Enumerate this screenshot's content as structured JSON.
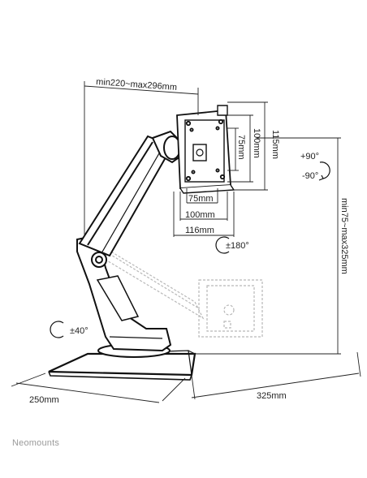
{
  "brand": "Neomounts",
  "dimensions": {
    "arm_reach": "min220~max296mm",
    "height_range": "min75~max325mm",
    "base_depth": "250mm",
    "base_width": "325mm",
    "vesa_115": "115mm",
    "vesa_100_v": "100mm",
    "vesa_75_v": "75mm",
    "vesa_75_h": "75mm",
    "vesa_100_h": "100mm",
    "vesa_116_h": "116mm"
  },
  "rotations": {
    "tilt_up": "+90°",
    "tilt_down": "-90°",
    "swivel": "±180°",
    "base_rotation": "±40°"
  }
}
